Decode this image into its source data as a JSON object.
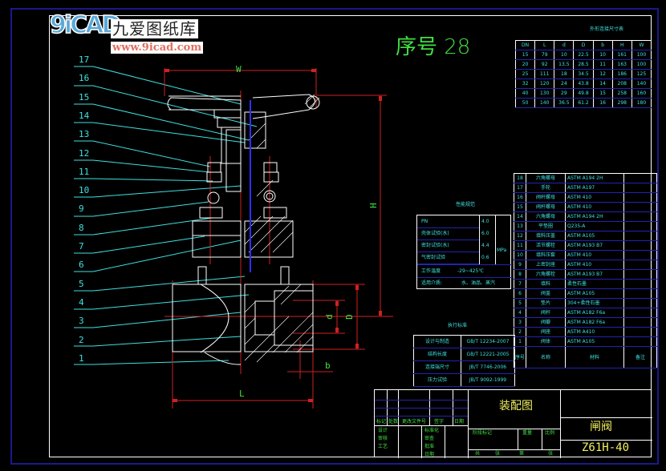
{
  "watermark": {
    "logo_text": "9iCAD",
    "site_name_cn": "九爱图纸库",
    "site_url": "www.9icad.com"
  },
  "drawing": {
    "sequence_label": "序号 28",
    "dimension_labels": {
      "W": "W",
      "H": "H",
      "L": "L",
      "d": "d",
      "D": "D",
      "b": "b"
    },
    "balloons": [
      "17",
      "16",
      "15",
      "14",
      "13",
      "12",
      "11",
      "10",
      "9",
      "8",
      "7",
      "6",
      "5",
      "4",
      "3",
      "2",
      "1"
    ]
  },
  "size_table": {
    "title": "外形连接尺寸表",
    "headers": [
      "DN",
      "L",
      "d",
      "D",
      "b",
      "H",
      "W"
    ],
    "rows": [
      [
        "15",
        "79",
        "10",
        "22.5",
        "10",
        "161",
        "100"
      ],
      [
        "20",
        "92",
        "13.5",
        "28.5",
        "11",
        "163",
        "100"
      ],
      [
        "25",
        "111",
        "18",
        "34.5",
        "12",
        "186",
        "125"
      ],
      [
        "32",
        "120",
        "24",
        "43.8",
        "14",
        "208",
        "140"
      ],
      [
        "40",
        "130",
        "29",
        "49.8",
        "15",
        "258",
        "160"
      ],
      [
        "50",
        "140",
        "36.5",
        "61.2",
        "16",
        "298",
        "180"
      ]
    ]
  },
  "performance_table": {
    "title": "性能规范",
    "rows": [
      {
        "label": "PN",
        "value": "4.0"
      },
      {
        "label": "壳体试验(水)",
        "value": "6.0"
      },
      {
        "label": "密封试验(水)",
        "value": "4.4"
      },
      {
        "label": "气密封试验",
        "value": "0.6"
      }
    ],
    "unit": "MPa",
    "temperature_label": "工作温度",
    "temperature_value": "-29~425℃",
    "medium_label": "适用介质:",
    "medium_value": "水、油品、蒸汽"
  },
  "standards_table": {
    "title": "执行标准",
    "rows": [
      {
        "label": "设计与制造",
        "value": "GB/T 12234-2007"
      },
      {
        "label": "结构长度",
        "value": "GB/T 12221-2005"
      },
      {
        "label": "连接端尺寸",
        "value": "JB/T 7746-2006"
      },
      {
        "label": "压力试验",
        "value": "JB/T 9092-1999"
      }
    ]
  },
  "parts_table": {
    "rows": [
      {
        "no": "18",
        "name": "六角螺母",
        "material": "ASTM A194 2H"
      },
      {
        "no": "17",
        "name": "手轮",
        "material": "ASTM A197"
      },
      {
        "no": "16",
        "name": "阀杆螺母",
        "material": "ASTM 410"
      },
      {
        "no": "15",
        "name": "阀杆螺母",
        "material": "ASTM 410"
      },
      {
        "no": "14",
        "name": "六角螺母",
        "material": "ASTM A194 2H"
      },
      {
        "no": "13",
        "name": "平垫圈",
        "material": "Q235-A"
      },
      {
        "no": "12",
        "name": "填料压盖",
        "material": "ASTM A105"
      },
      {
        "no": "11",
        "name": "活节螺栓",
        "material": "ASTM A193 B7"
      },
      {
        "no": "10",
        "name": "填料压套",
        "material": "ASTM 410"
      },
      {
        "no": "9",
        "name": "上密封座",
        "material": "ASTM 410"
      },
      {
        "no": "8",
        "name": "六角螺栓",
        "material": "ASTM A193 B7"
      },
      {
        "no": "7",
        "name": "填料",
        "material": "柔性石墨"
      },
      {
        "no": "6",
        "name": "阀盖",
        "material": "ASTM A105"
      },
      {
        "no": "5",
        "name": "垫片",
        "material": "304+柔性石墨"
      },
      {
        "no": "4",
        "name": "阀杆",
        "material": "ASTM A182 F6a"
      },
      {
        "no": "3",
        "name": "阀瓣",
        "material": "ASTM A182 F6a"
      },
      {
        "no": "2",
        "name": "阀座",
        "material": "ASTM A410"
      },
      {
        "no": "1",
        "name": "阀体",
        "material": "ASTM A105"
      }
    ],
    "footer": {
      "no": "序号",
      "name": "名称",
      "material": "材料",
      "remark": "备注"
    }
  },
  "title_block": {
    "drawing_type": "装配图",
    "part_name": "闸阀",
    "model": "Z61H-40",
    "labels": {
      "mark": "标记",
      "count": "处数",
      "change_doc": "更改文件号",
      "sign": "签字",
      "date": "日期",
      "design": "设计",
      "check": "审核",
      "process": "工艺",
      "standardize": "标准化",
      "review": "审查",
      "approve": "批准",
      "date2": "日期",
      "stage": "阶段标记",
      "weight": "重量",
      "scale": "比例",
      "total": "共",
      "sheet": "张",
      "page": "第",
      "sheet2": "张"
    }
  }
}
